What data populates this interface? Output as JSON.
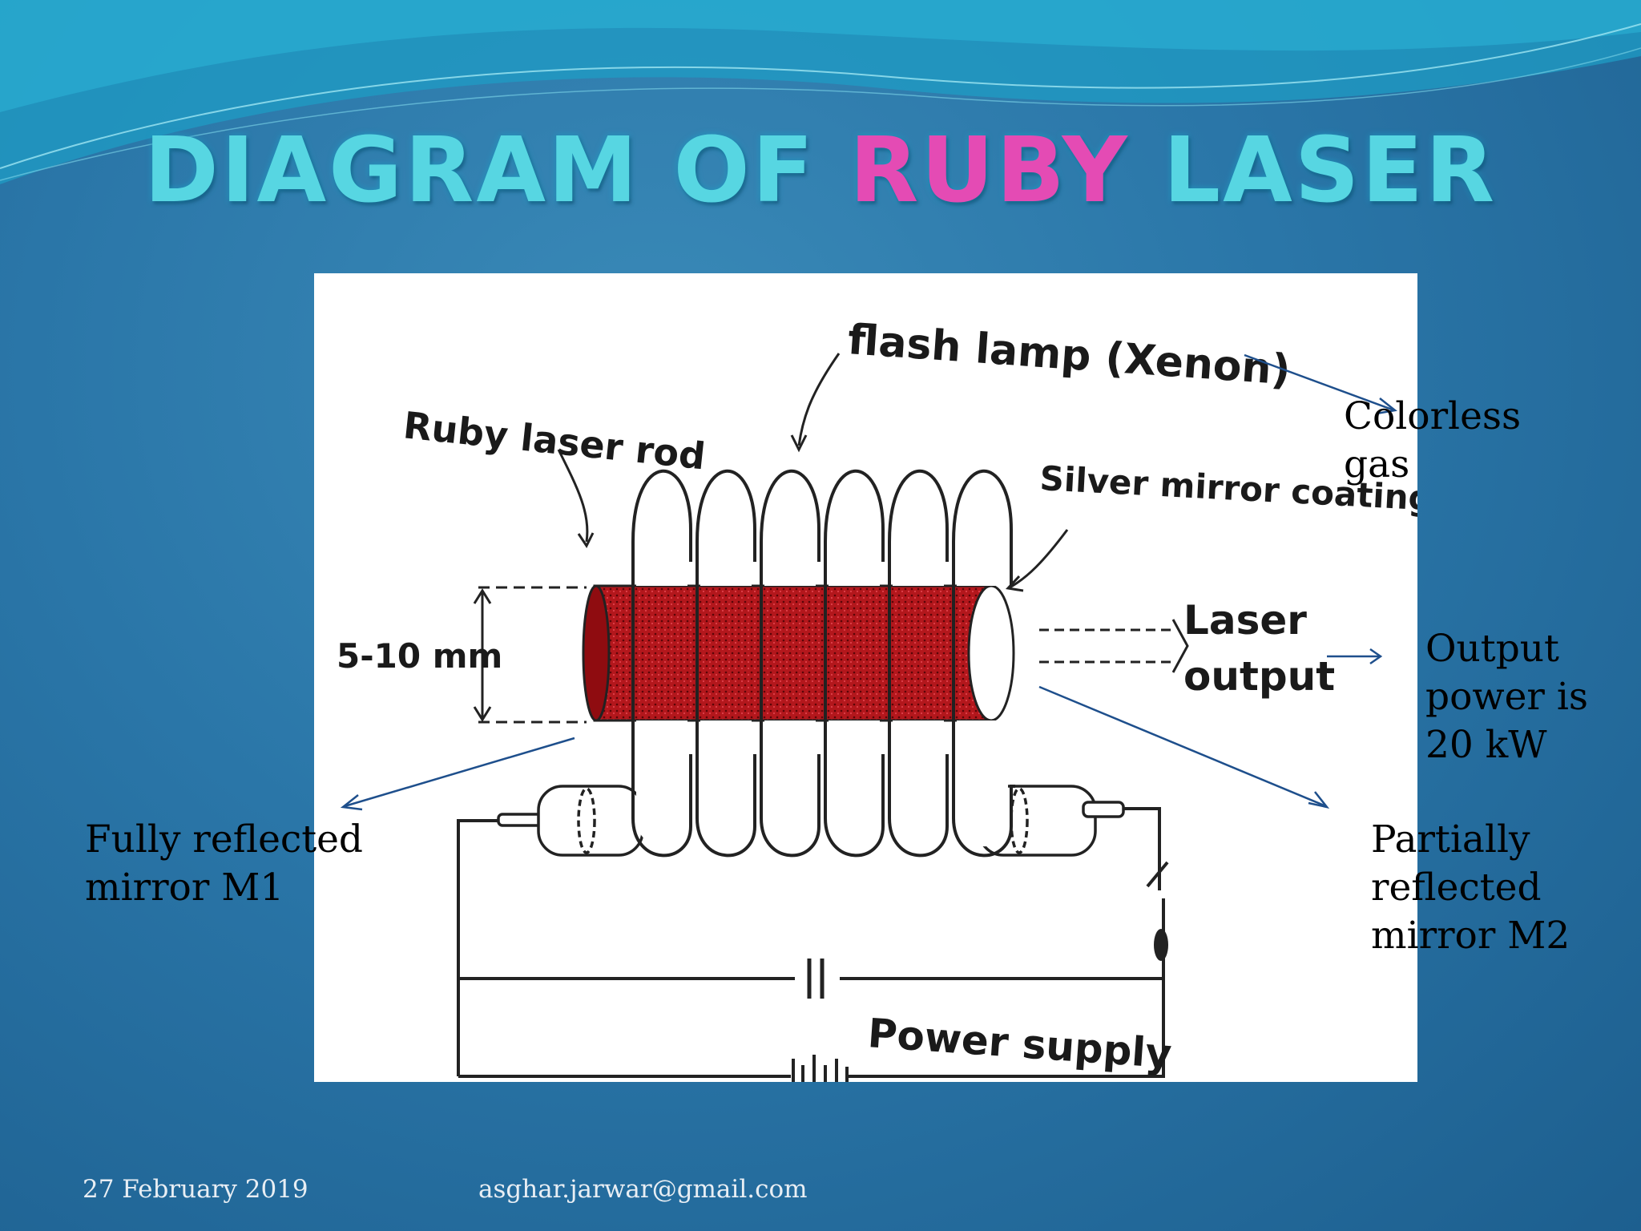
{
  "slide": {
    "title_part1": "DIAGRAM OF ",
    "title_accent": "RUBY",
    "title_part2": " LASER",
    "title_color": "#57d6e2",
    "accent_color": "#e44bb4",
    "background_color": "#2a76a8"
  },
  "diagram": {
    "labels": {
      "flash_lamp": "flash lamp (Xenon)",
      "ruby_rod": "Ruby laser rod",
      "silver_coating": "Silver mirror coating",
      "diameter": "5-10 mm",
      "laser_output_line1": "Laser",
      "laser_output_line2": "output",
      "power_supply": "Power supply"
    },
    "rod_color": "#b3171c"
  },
  "annotations": {
    "colorless_gas": [
      "Colorless",
      "gas"
    ],
    "output_power": [
      "Output",
      "power is",
      "20 kW"
    ],
    "fully_reflected": [
      "Fully reflected",
      "mirror M1"
    ],
    "partially_reflected": [
      "Partially",
      "reflected",
      "mirror M2"
    ]
  },
  "footer": {
    "date": "27 February 2019",
    "email": "asghar.jarwar@gmail.com"
  }
}
